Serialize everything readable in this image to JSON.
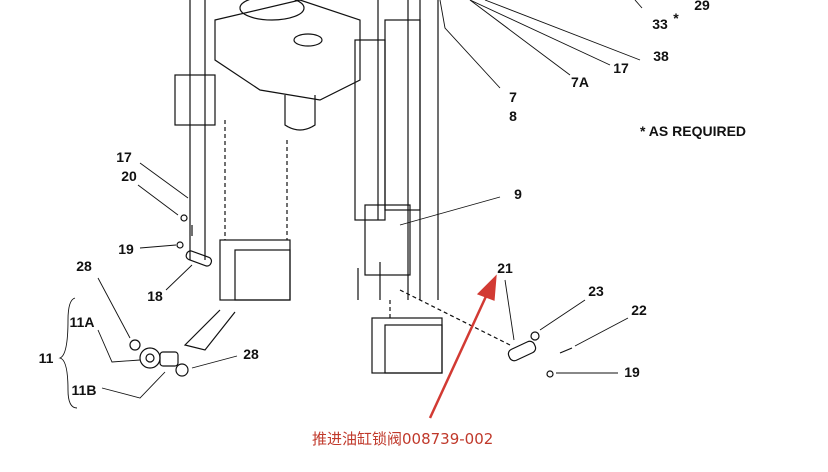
{
  "labels": {
    "l29": "29",
    "l33": "33",
    "l33star": "*",
    "l38": "38",
    "l17a": "17",
    "l7a": "7A",
    "l7": "7",
    "l8": "8",
    "note": "* AS REQUIRED",
    "l9": "9",
    "l21": "21",
    "l23": "23",
    "l22": "22",
    "l19a": "19",
    "l17b": "17",
    "l20": "20",
    "l19b": "19",
    "l18": "18",
    "l28a": "28",
    "l11a": "11A",
    "l11": "11",
    "l11b": "11B",
    "l28b": "28"
  },
  "caption": "推进油缸锁阀008739-002",
  "colors": {
    "annotation": "#d23a33",
    "line": "#111111"
  }
}
